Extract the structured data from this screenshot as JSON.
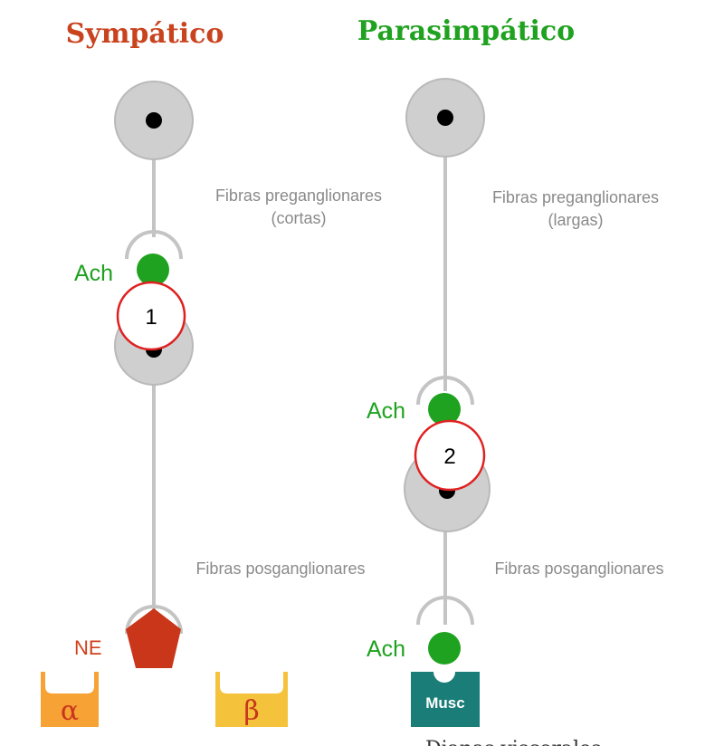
{
  "titles": {
    "sympathetic": "Sympático",
    "parasympathetic": "Parasimpático"
  },
  "labels": {
    "pre_left_line1": "Fibras preganglionares",
    "pre_left_line2": "(cortas)",
    "pre_right_line1": "Fibras preganglionares",
    "pre_right_line2": "(largas)",
    "post_left": "Fibras posganglionares",
    "post_right": "Fibras posganglionares",
    "ach": "Ach",
    "ne": "NE",
    "alpha": "α",
    "beta": "β",
    "musc": "Musc",
    "marker1": "1",
    "marker2": "2",
    "bottom_partial": "Dianas viscerales"
  },
  "colors": {
    "sympathetic": "#c9431f",
    "parasympathetic": "#1fa21f",
    "neuron": "#cfcfcf",
    "fiber": "#c4c4c4",
    "ach_dot": "#1fa21f",
    "ne_pentagon": "#c9361a",
    "alpha_receptor": "#f7a234",
    "beta_receptor": "#f5c33b",
    "musc_receptor": "#1a7d78",
    "marker_ring": "#e02020"
  }
}
